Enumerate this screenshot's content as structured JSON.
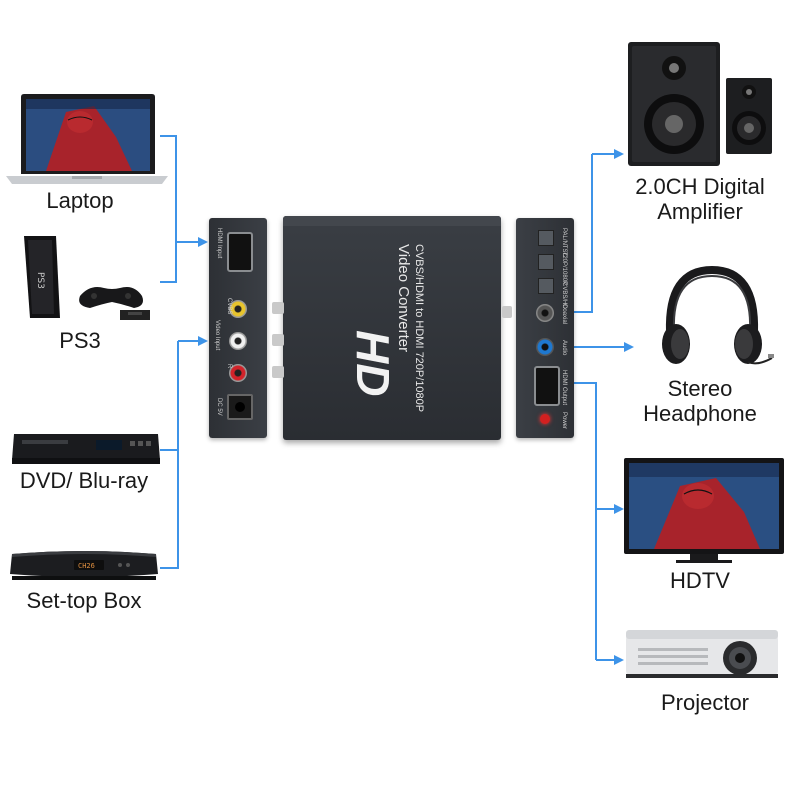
{
  "sources": {
    "laptop": "Laptop",
    "ps3": "PS3",
    "dvd": "DVD/ Blu-ray",
    "settop": "Set-top Box",
    "settop_display": "CH26"
  },
  "outputs": {
    "amplifier_line1": "2.0CH Digital",
    "amplifier_line2": "Amplifier",
    "headphone_line1": "Stereo",
    "headphone_line2": "Headphone",
    "hdtv": "HDTV",
    "projector": "Projector"
  },
  "converter": {
    "logo": "HD",
    "title": "Video Converter",
    "subtitle": "CVBS/HDMI to HDMI 720P/1080P"
  },
  "input_panel": {
    "hdmi_input": "HDMI Input",
    "cvbs": "CVBS",
    "video_input": "Video Input",
    "r": "R",
    "dc5v": "DC 5V"
  },
  "output_panel": {
    "pal_ntsc": "PAL/NTSC",
    "p720_1080": "720P/1080P",
    "cvbs_hd": "CVBS/HD",
    "coaxial": "Coaxial",
    "audio": "Audio",
    "hdmi_output": "HDMI Output",
    "power": "Power"
  },
  "colors": {
    "wire": "#3d93e8",
    "device_dark": "#2a2d31",
    "panel": "#33373c"
  }
}
